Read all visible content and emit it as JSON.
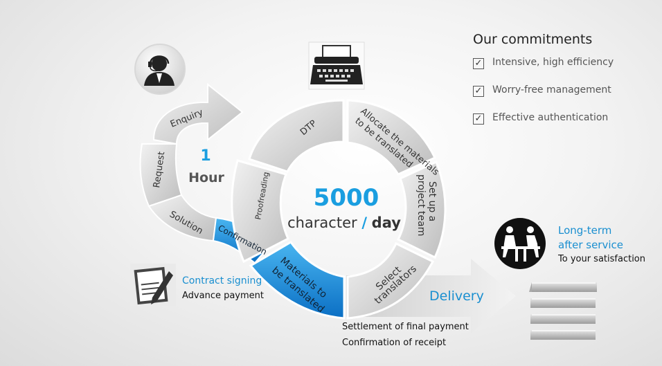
{
  "commitments": {
    "title": "Our commitments",
    "items": [
      "Intensive, high efficiency",
      "Worry-free management",
      "Effective authentication"
    ]
  },
  "ring": {
    "center_number": "5000",
    "center_unit": "character",
    "center_slash": "/",
    "center_day": "day",
    "segments": {
      "dtp": "DTP",
      "allocate_1": "Allocate the materials",
      "allocate_2": "to be translated",
      "setup_1": "Set up a",
      "setup_2": "project team",
      "select_1": "Select",
      "select_2": "translators",
      "materials_1": "Materials to",
      "materials_2": "be translated",
      "proofreading": "Proofreading"
    }
  },
  "hook": {
    "enquiry": "Enquiry",
    "request": "Request",
    "solution": "Solution",
    "confirmation": "Confirmation",
    "hour_number": "1",
    "hour_unit": "Hour"
  },
  "contract": {
    "title": "Contract signing",
    "subtitle": "Advance payment"
  },
  "delivery": {
    "label": "Delivery",
    "line1": "Settlement of final payment",
    "line2": "Confirmation of receipt"
  },
  "after_service": {
    "line1": "Long-term",
    "line2": "after service",
    "line3": "To your satisfaction"
  },
  "colors": {
    "accent_blue": "#1a9ee0",
    "segment_gray": "#d0d0d0",
    "text_dark": "#333333"
  },
  "icons": [
    "customer-service-icon",
    "typewriter-icon",
    "contract-icon",
    "meeting-icon",
    "server-stack-icon",
    "checkbox-icon"
  ]
}
